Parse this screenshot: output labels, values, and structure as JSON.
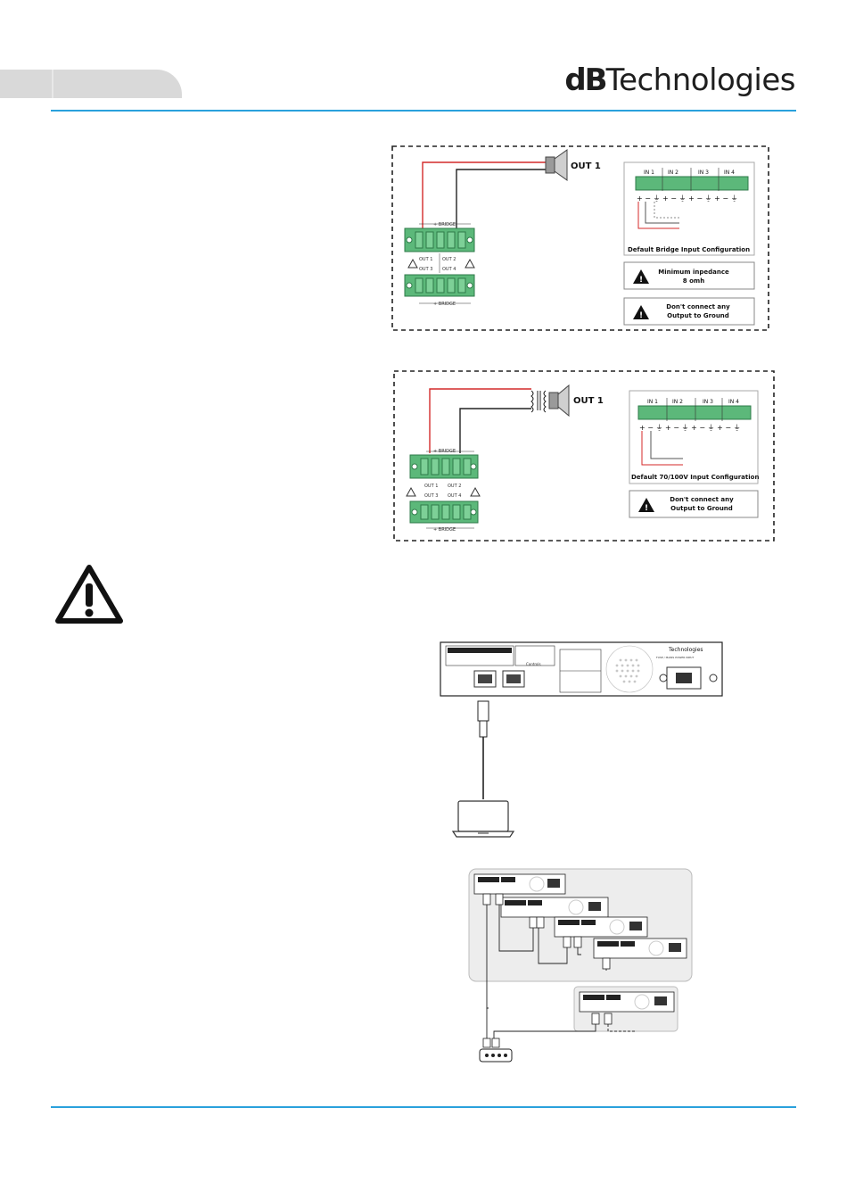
{
  "header": {
    "brand_bold": "dB",
    "brand_regular": "Technologies",
    "accent_color": "#2aa1dc"
  },
  "diagram_bridge": {
    "out_label": "OUT 1",
    "bridge_label": "+ BRIDGE",
    "bridge_label_bottom": "+ BRIDGE",
    "out1": "OUT 1",
    "out2": "OUT 2",
    "out3": "OUT 3",
    "out4": "OUT 4",
    "inputs": [
      "IN 1",
      "IN 2",
      "IN 3",
      "IN 4"
    ],
    "input_caption": "Default Bridge Input Configuration",
    "warning_impedance_line1": "Minimum inpedance",
    "warning_impedance_line2": "8 omh",
    "warning_ground_line1": "Don't connect any",
    "warning_ground_line2": "Output to Ground"
  },
  "diagram_100v": {
    "out_label": "OUT 1",
    "bridge_label": "+ BRIDGE",
    "bridge_label_bottom": "+ BRIDGE",
    "out1": "OUT 1",
    "out2": "OUT 2",
    "out3": "OUT 3",
    "out4": "OUT 4",
    "inputs": [
      "IN 1",
      "IN 2",
      "IN 3",
      "IN 4"
    ],
    "input_caption": "Default 70/100V Input Configuration",
    "warning_ground_line1": "Don't connect any",
    "warning_ground_line2": "Output to Ground"
  },
  "rear_panel": {
    "brand": "Technologies",
    "controls_label": "Controls",
    "power_label": "FUSE / MAINS POWER INPUT"
  },
  "colors": {
    "terminal_green": "#5cb87a",
    "wire_red": "#d42a2a",
    "warning_black": "#111111"
  },
  "icons": [
    "warning-icon",
    "speaker-icon",
    "laptop-icon",
    "network-switch-icon",
    "ethernet-plug-icon"
  ]
}
